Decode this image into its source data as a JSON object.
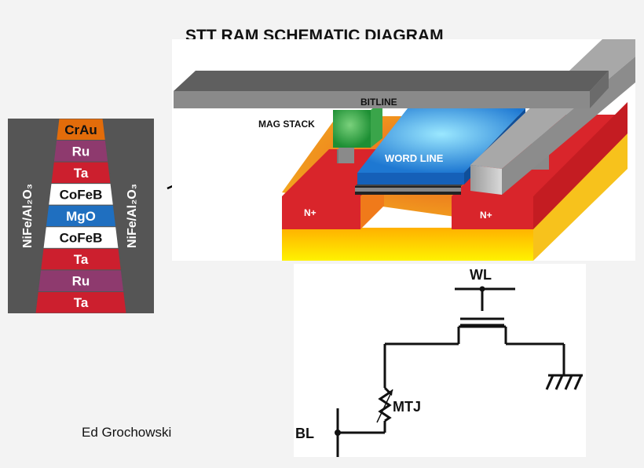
{
  "title": "STT RAM SCHEMATIC DIAGRAM",
  "author": "Ed Grochowski",
  "stack": {
    "side_label_left": "NiFe/Al₂O₃",
    "side_label_right": "NiFe/Al₂O₃",
    "layers": [
      {
        "label": "CrAu",
        "color": "#e36c0a",
        "text_color": "#111111"
      },
      {
        "label": "Ru",
        "color": "#8e3a6e",
        "text_color": "#ffffff"
      },
      {
        "label": "Ta",
        "color": "#cc1f2e",
        "text_color": "#ffffff"
      },
      {
        "label": "CoFeB",
        "color": "#ffffff",
        "text_color": "#111111"
      },
      {
        "label": "MgO",
        "color": "#1f6fc0",
        "text_color": "#ffffff"
      },
      {
        "label": "CoFeB",
        "color": "#ffffff",
        "text_color": "#111111"
      },
      {
        "label": "Ta",
        "color": "#cc1f2e",
        "text_color": "#ffffff"
      },
      {
        "label": "Ru",
        "color": "#8e3a6e",
        "text_color": "#ffffff"
      },
      {
        "label": "Ta",
        "color": "#cc1f2e",
        "text_color": "#ffffff"
      }
    ],
    "liner_color": "#555555"
  },
  "device": {
    "bitline_label": "BITLINE",
    "mag_stack_label": "MAG STACK",
    "word_line_label": "WORD LINE",
    "n_plus_left": "N+",
    "n_plus_right": "N+",
    "colors": {
      "bitline": "#7f7f7f",
      "word_line": "#2f8fe0",
      "diffusion": "#d9252b",
      "substrate": "#f29a1a",
      "substrate_bottom": "#ffe600",
      "mag_stack": "#27a845"
    }
  },
  "circuit": {
    "wl_label": "WL",
    "mtj_label": "MTJ",
    "bl_label": "BL"
  }
}
